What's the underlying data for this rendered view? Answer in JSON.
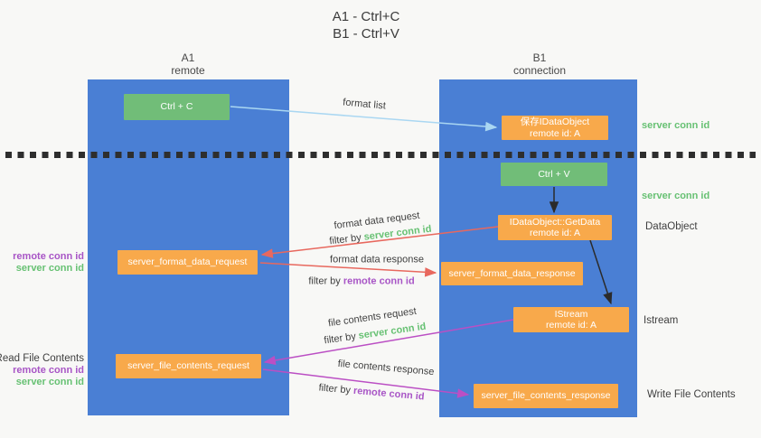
{
  "title": {
    "line1": "A1 - Ctrl+C",
    "line2": "B1 - Ctrl+V"
  },
  "columns": {
    "left": {
      "id": "A1",
      "role": "remote"
    },
    "right": {
      "id": "B1",
      "role": "connection"
    }
  },
  "boxes": {
    "ctrl_c": "Ctrl + C",
    "ctrl_v": "Ctrl + V",
    "save_dataobject": {
      "line1": "保存IDataObject",
      "line2": "remote id: A"
    },
    "getdata": {
      "line1": "IDataObject::GetData",
      "line2": "remote id: A"
    },
    "istream": {
      "line1": "IStream",
      "line2": "remote id: A"
    },
    "format_request": "server_format_data_request",
    "format_response": "server_format_data_response",
    "file_request": "server_file_contents_request",
    "file_response": "server_file_contents_response"
  },
  "arrows": {
    "format_list": {
      "label": "format list"
    },
    "format_data_request": {
      "label": "format data request",
      "filter_prefix": "filter by ",
      "filter_value": "server conn id"
    },
    "format_data_response": {
      "label": "format data response",
      "filter_prefix": "filter by ",
      "filter_value": "remote conn id"
    },
    "file_contents_request": {
      "label": "file contents request",
      "filter_prefix": "filter by ",
      "filter_value": "server conn id"
    },
    "file_contents_response": {
      "label": "file contents response",
      "filter_prefix": "filter by ",
      "filter_value": "remote conn id"
    }
  },
  "annotations": {
    "server_conn_top": "server conn id",
    "server_conn_mid": "server conn id",
    "dataobject": "DataObject",
    "istream": "Istream",
    "write_file": "Write File Contents",
    "read_file": "Read File Contents",
    "format_remote_conn": "remote conn id",
    "format_server_conn": "server conn id",
    "file_remote_conn": "remote conn id",
    "file_server_conn": "server conn id"
  },
  "colors": {
    "lifeline_blue": "#4a7fd4",
    "action_green": "#71bd78",
    "message_orange": "#f8a94b",
    "server_conn_green": "#67c173",
    "remote_conn_purple": "#a855c6",
    "request_arrow_red": "#e8685e",
    "file_arrow_magenta": "#bb4fc4",
    "format_list_blue": "#aad7f2",
    "black_arrow": "#2b2b2b"
  }
}
